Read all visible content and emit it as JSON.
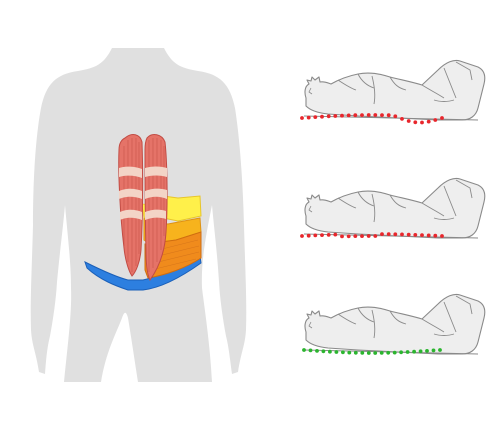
{
  "figure": {
    "torso": {
      "icon": "human-torso-silhouette",
      "silhouette_color": "#e0e0e0",
      "muscles": {
        "rectus_abdominis": {
          "icon": "rectus-abdominis",
          "fill": "#e57368",
          "fiber_color": "#c24c44",
          "band_color": "#f3d4c6"
        },
        "external_oblique": {
          "icon": "external-oblique",
          "fill": "#f08b1c"
        },
        "internal_oblique": {
          "icon": "internal-oblique",
          "fill": "#f7b31d"
        },
        "transversus_abdominis": {
          "icon": "transversus-abdominis",
          "fill": "#fff04a"
        },
        "pelvic_floor": {
          "icon": "pelvic-floor",
          "fill": "#2d7fe0"
        }
      }
    },
    "reclining_figures": [
      {
        "icon": "reclining-figure",
        "dots_color": "#e8262c",
        "dot_count": 22
      },
      {
        "icon": "reclining-figure",
        "dots_color": "#e8262c",
        "dot_count": 22
      },
      {
        "icon": "reclining-figure",
        "dots_color": "#2bb52f",
        "dot_count": 22
      }
    ],
    "figure_fill": "#eeeeee",
    "figure_stroke": "#8a8a8a"
  }
}
